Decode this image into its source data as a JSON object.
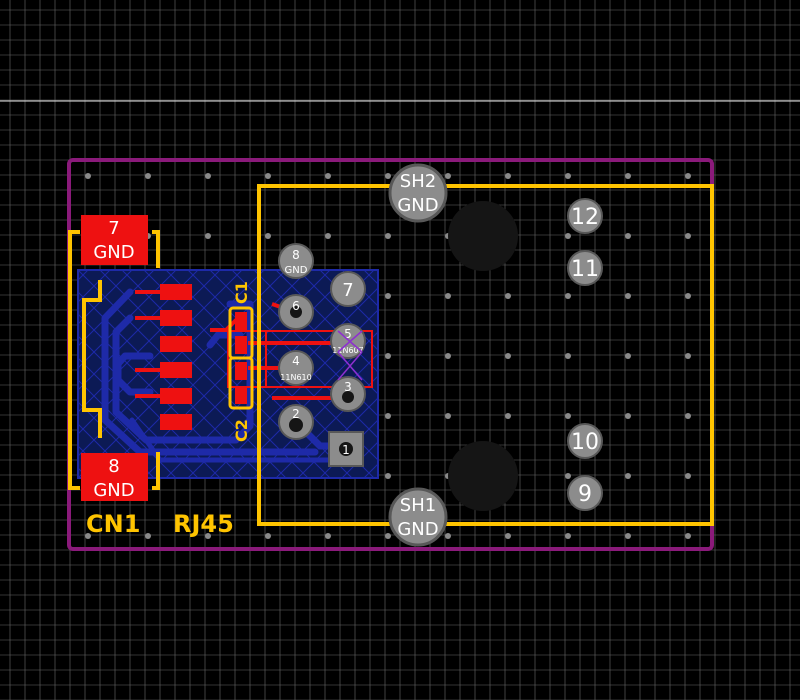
{
  "colors": {
    "background": "#000000",
    "grid": "#6a6a6a",
    "crosshair": "#e8e8e8",
    "edge_cuts": "#8a1a7a",
    "silkscreen": "#ffc400",
    "f_copper": "#ee1111",
    "b_copper": "#1e2aa8",
    "b_copper_fill": "#0c1a55",
    "pad_th": "#8c8c8c",
    "pad_th_ring": "#585858",
    "hole": "#151515",
    "pad_text": "#ffffff",
    "nc_marker": "#8e2fd0"
  },
  "reference_labels": {
    "cn1": "CN1",
    "rj45": "RJ45",
    "c1": "C1",
    "c2": "C2"
  },
  "cn1_pads": [
    {
      "number": "7",
      "net": "GND"
    },
    {
      "number": "8",
      "net": "GND"
    }
  ],
  "shield_pads": [
    {
      "number": "SH2",
      "net": "GND"
    },
    {
      "number": "SH1",
      "net": "GND"
    }
  ],
  "rj45_pads": [
    {
      "number": "8",
      "net": "GND"
    },
    {
      "number": "7",
      "net": ""
    },
    {
      "number": "6",
      "net": ""
    },
    {
      "number": "5",
      "net": "11N607"
    },
    {
      "number": "4",
      "net": "11N610"
    },
    {
      "number": "3",
      "net": ""
    },
    {
      "number": "2",
      "net": ""
    },
    {
      "number": "1",
      "net": ""
    }
  ],
  "led_pads": [
    "12",
    "11",
    "10",
    "9"
  ]
}
